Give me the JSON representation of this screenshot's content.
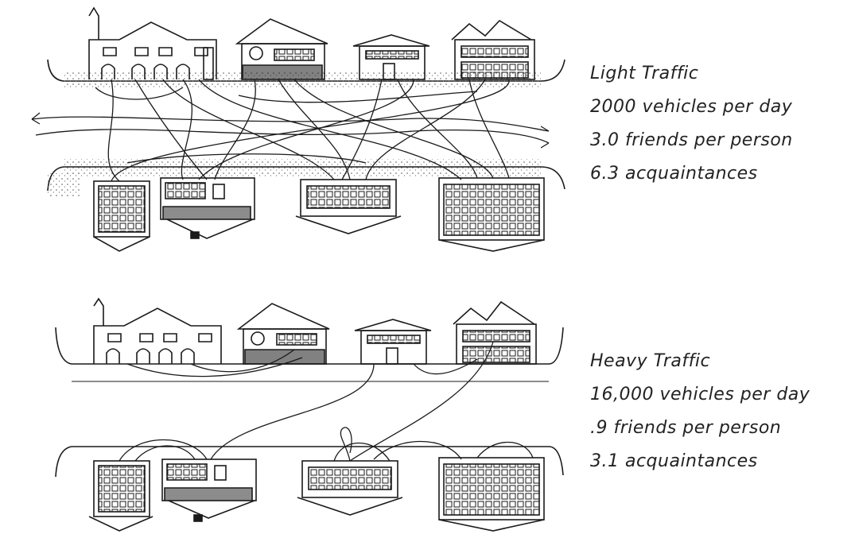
{
  "panels": [
    {
      "id": "light",
      "title": "Light Traffic",
      "vehicles": "2000 vehicles per day",
      "friends": "3.0 friends per person",
      "acquaintances": "6.3 acquaintances",
      "connection_density": "high"
    },
    {
      "id": "heavy",
      "title": "Heavy Traffic",
      "vehicles": "16,000 vehicles per day",
      "friends": ".9 friends per person",
      "acquaintances": "3.1 acquaintances",
      "connection_density": "low"
    }
  ],
  "colors": {
    "ink": "#1a1a1a",
    "paper": "#ffffff",
    "stipple": "#555555"
  }
}
